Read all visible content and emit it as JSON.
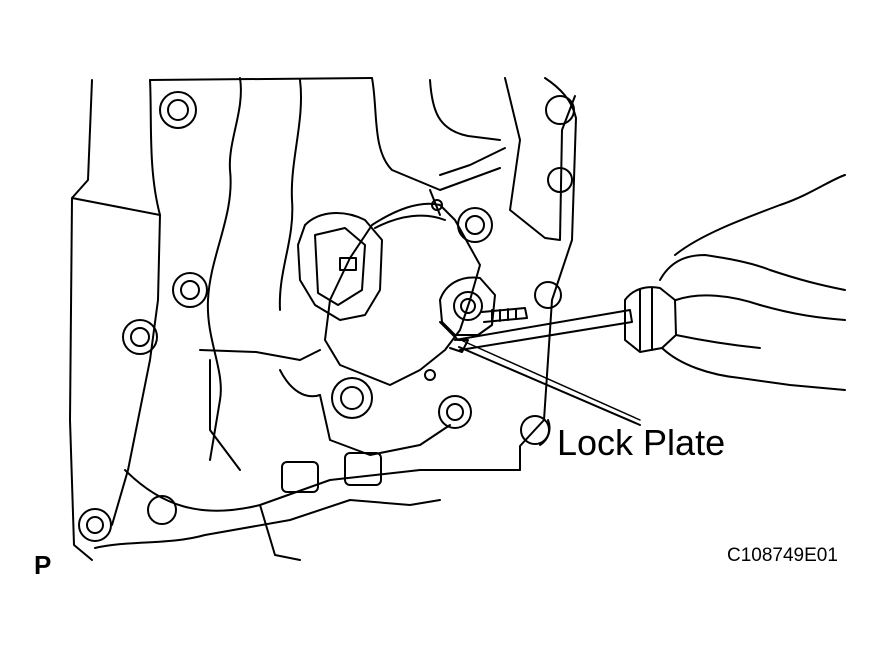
{
  "figure": {
    "callout": {
      "label": "Lock Plate"
    },
    "view_letter": "P",
    "figure_code": "C108749E01",
    "parts": [
      "transmission-case",
      "neutral-start-switch",
      "connector",
      "shaft-nut",
      "lock-plate",
      "screwdriver",
      "hand"
    ]
  },
  "colors": {
    "ink": "#000000",
    "paper": "#ffffff"
  }
}
